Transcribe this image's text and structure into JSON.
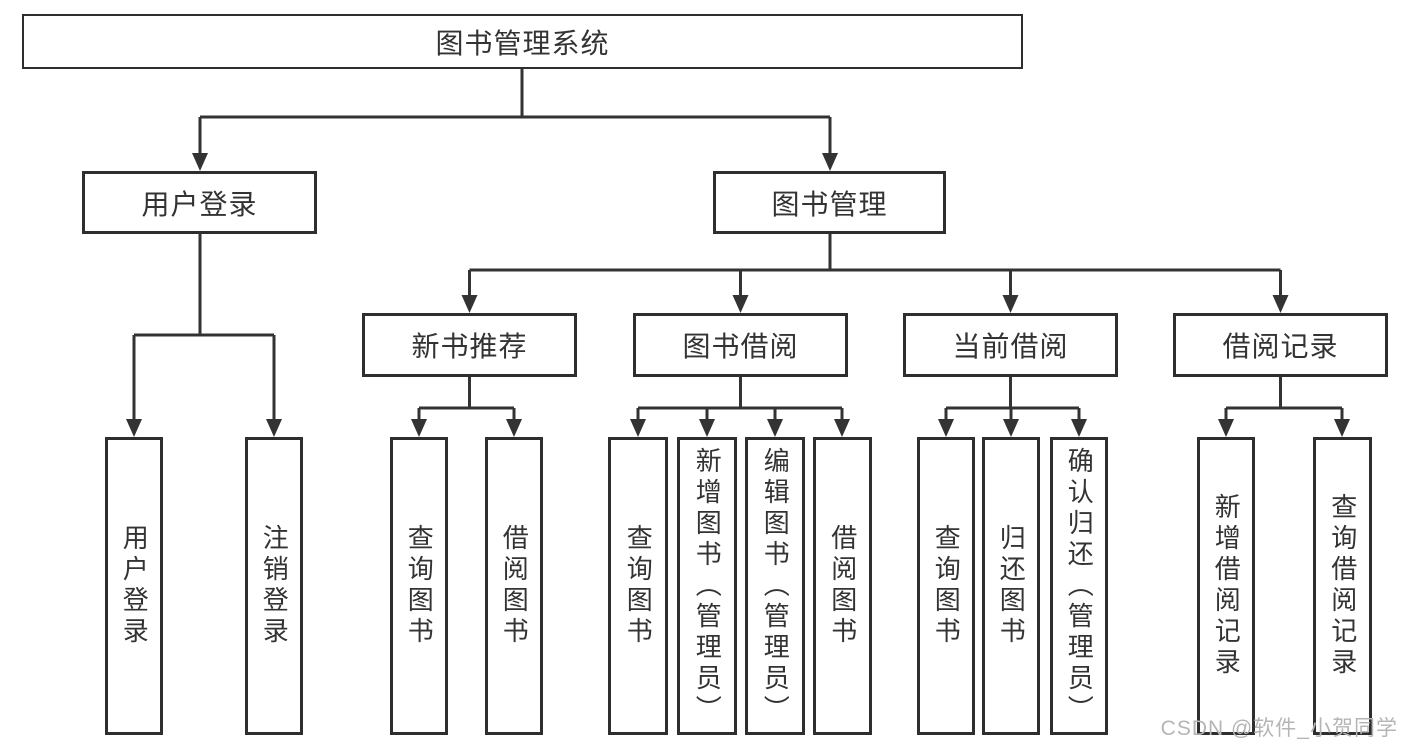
{
  "tree": {
    "root": "图书管理系统",
    "user": {
      "label": "用户登录",
      "children": [
        "用户登录",
        "注销登录"
      ]
    },
    "mgmt": {
      "label": "图书管理",
      "sections": [
        {
          "label": "新书推荐",
          "children": [
            "查询图书",
            "借阅图书"
          ]
        },
        {
          "label": "图书借阅",
          "children": [
            "查询图书",
            "新增图书（管理员）",
            "编辑图书（管理员）",
            "借阅图书"
          ]
        },
        {
          "label": "当前借阅",
          "children": [
            "查询图书",
            "归还图书",
            "确认归还（管理员）"
          ]
        },
        {
          "label": "借阅记录",
          "children": [
            "新增借阅记录",
            "查询借阅记录"
          ]
        }
      ]
    }
  },
  "watermark": "CSDN @软件_小贺同学",
  "colors": {
    "line": "#333333",
    "border": "#2e2e2e",
    "text": "#333333",
    "watermark": "#b5b5b5",
    "background": "#ffffff"
  }
}
